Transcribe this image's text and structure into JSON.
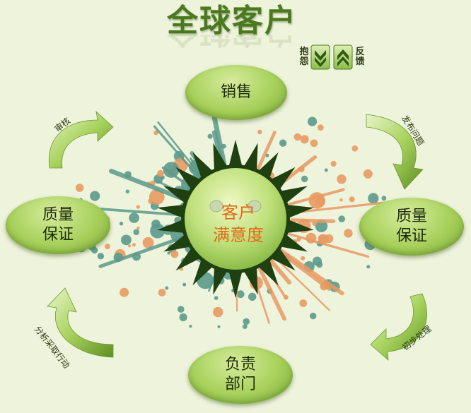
{
  "title": "全球客户",
  "feedback": {
    "left_text": "抱怨",
    "right_text": "反馈"
  },
  "center": {
    "line1": "客户",
    "line2": "满意度"
  },
  "nodes": {
    "top": {
      "line1": "销售",
      "line2": ""
    },
    "right": {
      "line1": "质量",
      "line2": "保证"
    },
    "bottom": {
      "line1": "负责",
      "line2": "部门"
    },
    "left": {
      "line1": "质量",
      "line2": "保证"
    }
  },
  "arrows": {
    "top_right": "发布问题",
    "bottom_right": "初步处理",
    "bottom_left": "分析采取行动",
    "top_left": "审核"
  },
  "colors": {
    "node_green": "#a7d05a",
    "center_text": "#e06a16",
    "splash_teal": "#5b9a8b",
    "splash_orange": "#e89a62",
    "spike_dark": "#1f4010"
  }
}
